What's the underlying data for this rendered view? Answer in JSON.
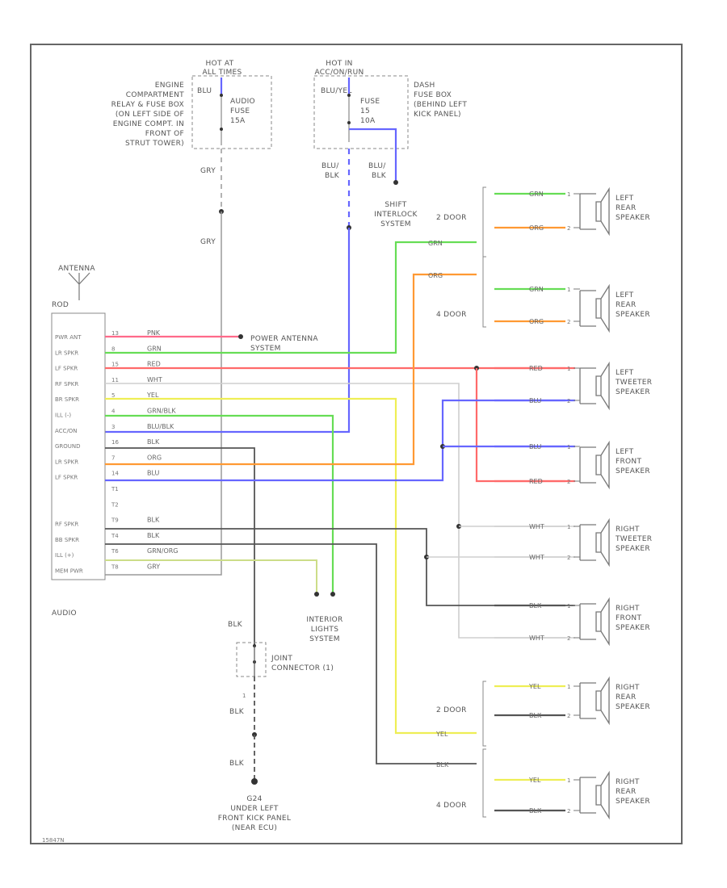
{
  "diagram_id": "15847N",
  "fuse_left": {
    "hot_label": [
      "HOT AT",
      "ALL TIMES"
    ],
    "wire_top": "BLU",
    "fuse_label": [
      "AUDIO",
      "FUSE",
      "15A"
    ],
    "location": [
      "ENGINE",
      "COMPARTMENT",
      "RELAY & FUSE BOX",
      "(ON LEFT SIDE OF",
      "ENGINE COMPT. IN",
      "FRONT OF",
      "STRUT TOWER)"
    ],
    "wire_gry_1": "GRY",
    "wire_gry_2": "GRY"
  },
  "fuse_right": {
    "hot_label": [
      "HOT IN",
      "ACC/ON/RUN"
    ],
    "wire_top": "BLU/YEL",
    "fuse_label": [
      "FUSE",
      "15",
      "10A"
    ],
    "location": [
      "DASH",
      "FUSE BOX",
      "(BEHIND LEFT",
      "KICK PANEL)"
    ],
    "wire_a": [
      "BLU/",
      "BLK"
    ],
    "wire_b": [
      "BLU/",
      "BLK"
    ],
    "shift_interlock": [
      "SHIFT",
      "INTERLOCK",
      "SYSTEM"
    ]
  },
  "antenna": {
    "label": "ANTENNA",
    "connector": "ROD"
  },
  "audio_unit": {
    "name": "AUDIO",
    "pins": [
      "PWR ANT",
      "LR SPKR",
      "LF SPKR",
      "RF SPKR",
      "BR SPKR",
      "ILL (-)",
      "ACC/ON",
      "GROUND",
      "LR SPKR",
      "LF SPKR",
      "",
      "",
      "RF SPKR",
      "BB SPKR",
      "ILL (+)",
      "MEM PWR"
    ],
    "pin_numbers": [
      "13",
      "8",
      "15",
      "11",
      "5",
      "4",
      "3",
      "16",
      "7",
      "14",
      "T1",
      "T2",
      "T9",
      "T4",
      "T6",
      "T8"
    ],
    "wire_colors": [
      "PNK",
      "GRN",
      "RED",
      "WHT",
      "YEL",
      "GRN/BLK",
      "BLU/BLK",
      "BLK",
      "ORG",
      "BLU",
      "",
      "",
      "BLK",
      "BLK",
      "GRN/ORG",
      "GRY"
    ]
  },
  "power_antenna": [
    "POWER ANTENNA",
    "SYSTEM"
  ],
  "interior_lights": [
    "INTERIOR",
    "LIGHTS",
    "SYSTEM"
  ],
  "joint_connector": {
    "label": [
      "JOINT",
      "CONNECTOR (1)"
    ],
    "wire_above": "BLK",
    "wire_below": "BLK",
    "wire_bottom": "BLK",
    "pin": "1"
  },
  "ground": {
    "label": [
      "G24",
      "UNDER LEFT",
      "FRONT KICK PANEL",
      "(NEAR ECU)"
    ]
  },
  "door_labels": {
    "lr_2": "2 DOOR",
    "lr_4": "4 DOOR",
    "rr_2": "2 DOOR",
    "rr_4": "4 DOOR"
  },
  "speakers": [
    {
      "label": [
        "LEFT",
        "REAR",
        "SPEAKER"
      ],
      "wires": [
        "GRN",
        "ORG"
      ]
    },
    {
      "label": [
        "LEFT",
        "REAR",
        "SPEAKER"
      ],
      "wires": [
        "GRN",
        "ORG"
      ]
    },
    {
      "label": [
        "LEFT",
        "TWEETER",
        "SPEAKER"
      ],
      "wires": [
        "RED",
        "BLU"
      ]
    },
    {
      "label": [
        "LEFT",
        "FRONT",
        "SPEAKER"
      ],
      "wires": [
        "BLU",
        "RED"
      ]
    },
    {
      "label": [
        "RIGHT",
        "TWEETER",
        "SPEAKER"
      ],
      "wires": [
        "WHT",
        "WHT"
      ]
    },
    {
      "label": [
        "RIGHT",
        "FRONT",
        "SPEAKER"
      ],
      "wires": [
        "BLK",
        "WHT"
      ]
    },
    {
      "label": [
        "RIGHT",
        "REAR",
        "SPEAKER"
      ],
      "wires": [
        "YEL",
        "BLK"
      ]
    },
    {
      "label": [
        "RIGHT",
        "REAR",
        "SPEAKER"
      ],
      "wires": [
        "YEL",
        "BLK"
      ]
    }
  ],
  "trunk_labels": {
    "grn": "GRN",
    "org": "ORG",
    "yel": "YEL",
    "blk": "BLK"
  },
  "colors": {
    "pink": "#ff6a8a",
    "green": "#66dd55",
    "red": "#ff6a6a",
    "white_wire": "#cfcfcf",
    "yellow": "#eeee55",
    "blue": "#6666ff",
    "orange": "#ff9933",
    "black": "#555555",
    "gray": "#9a9a9a"
  }
}
